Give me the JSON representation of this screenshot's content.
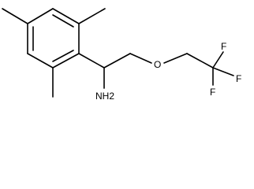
{
  "molecule": {
    "atoms": {
      "amine": "NH2",
      "ether_oxygen": "O",
      "fluorine_1": "F",
      "fluorine_2": "F",
      "fluorine_3": "F"
    },
    "colors": {
      "bond": "#000000",
      "label": "#000000",
      "background": "#ffffff"
    }
  }
}
